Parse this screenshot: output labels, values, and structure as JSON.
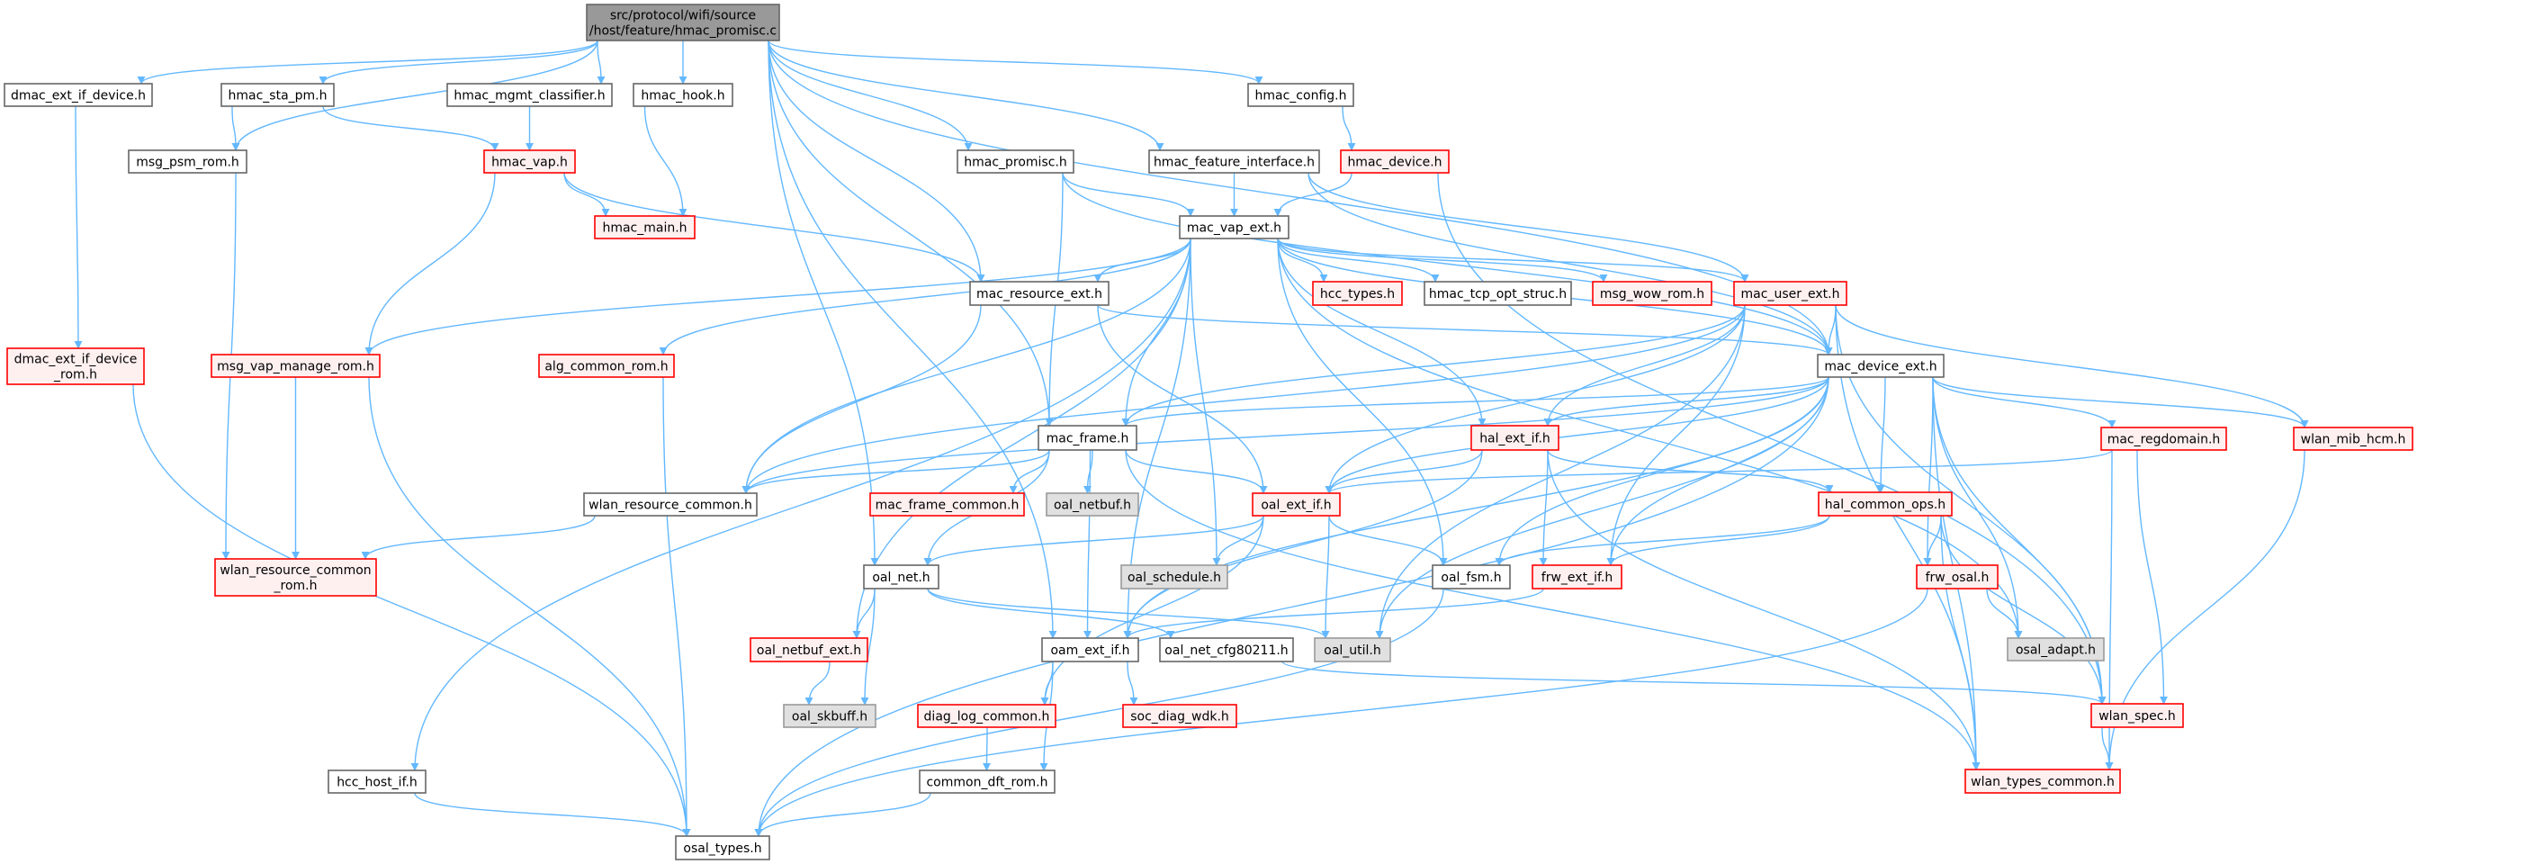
{
  "title": "Include dependency graph for hmac_promisc.c",
  "colors": {
    "edge": "#63b8ff",
    "root_fill": "#999999",
    "root_stroke": "#666666",
    "normal_fill": "#ffffff",
    "normal_stroke": "#666666",
    "truncated_fill": "#fff0f0",
    "truncated_stroke": "#ff0000",
    "external_fill": "#e0e0e0",
    "external_stroke": "#999999"
  },
  "nodes": [
    {
      "id": "root",
      "kind": "root",
      "lines": [
        "src/protocol/wifi/source",
        "/host/feature/hmac_promisc.c"
      ]
    },
    {
      "id": "dmac_ext_if_device",
      "kind": "normal",
      "lines": [
        "dmac_ext_if_device.h"
      ]
    },
    {
      "id": "hmac_sta_pm",
      "kind": "normal",
      "lines": [
        "hmac_sta_pm.h"
      ]
    },
    {
      "id": "hmac_mgmt_classifier",
      "kind": "normal",
      "lines": [
        "hmac_mgmt_classifier.h"
      ]
    },
    {
      "id": "hmac_hook",
      "kind": "normal",
      "lines": [
        "hmac_hook.h"
      ]
    },
    {
      "id": "hmac_config",
      "kind": "normal",
      "lines": [
        "hmac_config.h"
      ]
    },
    {
      "id": "msg_psm_rom",
      "kind": "normal",
      "lines": [
        "msg_psm_rom.h"
      ]
    },
    {
      "id": "hmac_vap",
      "kind": "truncated",
      "lines": [
        "hmac_vap.h"
      ]
    },
    {
      "id": "hmac_promisc",
      "kind": "normal",
      "lines": [
        "hmac_promisc.h"
      ]
    },
    {
      "id": "hmac_feature_interface",
      "kind": "normal",
      "lines": [
        "hmac_feature_interface.h"
      ]
    },
    {
      "id": "hmac_device",
      "kind": "truncated",
      "lines": [
        "hmac_device.h"
      ]
    },
    {
      "id": "hmac_main",
      "kind": "truncated",
      "lines": [
        "hmac_main.h"
      ]
    },
    {
      "id": "mac_vap_ext",
      "kind": "normal",
      "lines": [
        "mac_vap_ext.h"
      ]
    },
    {
      "id": "mac_resource_ext",
      "kind": "normal",
      "lines": [
        "mac_resource_ext.h"
      ]
    },
    {
      "id": "hcc_types",
      "kind": "truncated",
      "lines": [
        "hcc_types.h"
      ]
    },
    {
      "id": "hmac_tcp_opt_struc",
      "kind": "normal",
      "lines": [
        "hmac_tcp_opt_struc.h"
      ]
    },
    {
      "id": "msg_wow_rom",
      "kind": "truncated",
      "lines": [
        "msg_wow_rom.h"
      ]
    },
    {
      "id": "mac_user_ext",
      "kind": "truncated",
      "lines": [
        "mac_user_ext.h"
      ]
    },
    {
      "id": "dmac_ext_if_device_rom",
      "kind": "truncated",
      "lines": [
        "dmac_ext_if_device",
        "_rom.h"
      ]
    },
    {
      "id": "msg_vap_manage_rom",
      "kind": "truncated",
      "lines": [
        "msg_vap_manage_rom.h"
      ]
    },
    {
      "id": "alg_common_rom",
      "kind": "truncated",
      "lines": [
        "alg_common_rom.h"
      ]
    },
    {
      "id": "mac_device_ext",
      "kind": "normal",
      "lines": [
        "mac_device_ext.h"
      ]
    },
    {
      "id": "mac_frame",
      "kind": "normal",
      "lines": [
        "mac_frame.h"
      ]
    },
    {
      "id": "hal_ext_if",
      "kind": "truncated",
      "lines": [
        "hal_ext_if.h"
      ]
    },
    {
      "id": "mac_regdomain",
      "kind": "truncated",
      "lines": [
        "mac_regdomain.h"
      ]
    },
    {
      "id": "wlan_mib_hcm",
      "kind": "truncated",
      "lines": [
        "wlan_mib_hcm.h"
      ]
    },
    {
      "id": "wlan_resource_common",
      "kind": "normal",
      "lines": [
        "wlan_resource_common.h"
      ]
    },
    {
      "id": "mac_frame_common",
      "kind": "truncated",
      "lines": [
        "mac_frame_common.h"
      ]
    },
    {
      "id": "oal_netbuf",
      "kind": "external",
      "lines": [
        "oal_netbuf.h"
      ]
    },
    {
      "id": "oal_ext_if",
      "kind": "truncated",
      "lines": [
        "oal_ext_if.h"
      ]
    },
    {
      "id": "hal_common_ops",
      "kind": "truncated",
      "lines": [
        "hal_common_ops.h"
      ]
    },
    {
      "id": "wlan_resource_common_rom",
      "kind": "truncated",
      "lines": [
        "wlan_resource_common",
        "_rom.h"
      ]
    },
    {
      "id": "oal_net",
      "kind": "normal",
      "lines": [
        "oal_net.h"
      ]
    },
    {
      "id": "oal_schedule",
      "kind": "external",
      "lines": [
        "oal_schedule.h"
      ]
    },
    {
      "id": "oal_fsm",
      "kind": "normal",
      "lines": [
        "oal_fsm.h"
      ]
    },
    {
      "id": "frw_ext_if",
      "kind": "truncated",
      "lines": [
        "frw_ext_if.h"
      ]
    },
    {
      "id": "frw_osal",
      "kind": "truncated",
      "lines": [
        "frw_osal.h"
      ]
    },
    {
      "id": "oal_netbuf_ext",
      "kind": "truncated",
      "lines": [
        "oal_netbuf_ext.h"
      ]
    },
    {
      "id": "oam_ext_if",
      "kind": "normal",
      "lines": [
        "oam_ext_if.h"
      ]
    },
    {
      "id": "oal_net_cfg80211",
      "kind": "normal",
      "lines": [
        "oal_net_cfg80211.h"
      ]
    },
    {
      "id": "oal_util",
      "kind": "external",
      "lines": [
        "oal_util.h"
      ]
    },
    {
      "id": "osal_adapt",
      "kind": "external",
      "lines": [
        "osal_adapt.h"
      ]
    },
    {
      "id": "oal_skbuff",
      "kind": "external",
      "lines": [
        "oal_skbuff.h"
      ]
    },
    {
      "id": "diag_log_common",
      "kind": "truncated",
      "lines": [
        "diag_log_common.h"
      ]
    },
    {
      "id": "soc_diag_wdk",
      "kind": "truncated",
      "lines": [
        "soc_diag_wdk.h"
      ]
    },
    {
      "id": "wlan_spec",
      "kind": "truncated",
      "lines": [
        "wlan_spec.h"
      ]
    },
    {
      "id": "hcc_host_if",
      "kind": "normal",
      "lines": [
        "hcc_host_if.h"
      ]
    },
    {
      "id": "common_dft_rom",
      "kind": "normal",
      "lines": [
        "common_dft_rom.h"
      ]
    },
    {
      "id": "wlan_types_common",
      "kind": "truncated",
      "lines": [
        "wlan_types_common.h"
      ]
    },
    {
      "id": "osal_types",
      "kind": "normal",
      "lines": [
        "osal_types.h"
      ]
    }
  ],
  "edges": [
    [
      "root",
      "dmac_ext_if_device"
    ],
    [
      "root",
      "hmac_sta_pm"
    ],
    [
      "root",
      "msg_psm_rom"
    ],
    [
      "root",
      "hmac_mgmt_classifier"
    ],
    [
      "root",
      "hmac_hook"
    ],
    [
      "root",
      "hmac_config"
    ],
    [
      "root",
      "hmac_promisc"
    ],
    [
      "root",
      "hmac_feature_interface"
    ],
    [
      "root",
      "mac_resource_ext"
    ],
    [
      "root",
      "mac_frame"
    ],
    [
      "root",
      "oal_net"
    ],
    [
      "root",
      "oam_ext_if"
    ],
    [
      "root",
      "mac_device_ext"
    ],
    [
      "dmac_ext_if_device",
      "dmac_ext_if_device_rom"
    ],
    [
      "dmac_ext_if_device_rom",
      "osal_types"
    ],
    [
      "hmac_sta_pm",
      "msg_psm_rom"
    ],
    [
      "hmac_sta_pm",
      "hmac_vap"
    ],
    [
      "hmac_mgmt_classifier",
      "hmac_vap"
    ],
    [
      "hmac_hook",
      "hmac_main"
    ],
    [
      "hmac_config",
      "hmac_device"
    ],
    [
      "msg_psm_rom",
      "wlan_resource_common_rom"
    ],
    [
      "hmac_vap",
      "hmac_main"
    ],
    [
      "hmac_vap",
      "msg_vap_manage_rom"
    ],
    [
      "hmac_vap",
      "mac_resource_ext"
    ],
    [
      "hmac_promisc",
      "mac_vap_ext"
    ],
    [
      "hmac_promisc",
      "mac_frame"
    ],
    [
      "hmac_promisc",
      "mac_device_ext"
    ],
    [
      "hmac_feature_interface",
      "mac_vap_ext"
    ],
    [
      "hmac_feature_interface",
      "mac_user_ext"
    ],
    [
      "hmac_feature_interface",
      "mac_device_ext"
    ],
    [
      "hmac_device",
      "mac_vap_ext"
    ],
    [
      "hmac_device",
      "wlan_spec"
    ],
    [
      "mac_vap_ext",
      "mac_resource_ext"
    ],
    [
      "mac_vap_ext",
      "hcc_types"
    ],
    [
      "mac_vap_ext",
      "hmac_tcp_opt_struc"
    ],
    [
      "mac_vap_ext",
      "msg_wow_rom"
    ],
    [
      "mac_vap_ext",
      "mac_user_ext"
    ],
    [
      "mac_vap_ext",
      "mac_device_ext"
    ],
    [
      "mac_vap_ext",
      "msg_vap_manage_rom"
    ],
    [
      "mac_vap_ext",
      "alg_common_rom"
    ],
    [
      "mac_vap_ext",
      "hcc_host_if"
    ],
    [
      "mac_vap_ext",
      "oal_netbuf_ext"
    ],
    [
      "mac_vap_ext",
      "mac_frame"
    ],
    [
      "mac_vap_ext",
      "oam_ext_if"
    ],
    [
      "mac_vap_ext",
      "oal_schedule"
    ],
    [
      "mac_vap_ext",
      "oal_fsm"
    ],
    [
      "mac_vap_ext",
      "hal_ext_if"
    ],
    [
      "mac_vap_ext",
      "osal_adapt"
    ],
    [
      "mac_vap_ext",
      "wlan_resource_common"
    ],
    [
      "mac_resource_ext",
      "wlan_resource_common"
    ],
    [
      "mac_resource_ext",
      "oal_ext_if"
    ],
    [
      "mac_resource_ext",
      "mac_device_ext"
    ],
    [
      "mac_user_ext",
      "mac_device_ext"
    ],
    [
      "mac_user_ext",
      "mac_frame"
    ],
    [
      "mac_user_ext",
      "oal_ext_if"
    ],
    [
      "mac_user_ext",
      "hal_ext_if"
    ],
    [
      "mac_user_ext",
      "frw_ext_if"
    ],
    [
      "mac_user_ext",
      "wlan_spec"
    ],
    [
      "mac_user_ext",
      "wlan_mib_hcm"
    ],
    [
      "mac_user_ext",
      "wlan_types_common"
    ],
    [
      "mac_user_ext",
      "oal_util"
    ],
    [
      "mac_user_ext",
      "wlan_resource_common"
    ],
    [
      "mac_device_ext",
      "mac_frame"
    ],
    [
      "mac_device_ext",
      "wlan_resource_common"
    ],
    [
      "mac_device_ext",
      "oal_ext_if"
    ],
    [
      "mac_device_ext",
      "hal_ext_if"
    ],
    [
      "mac_device_ext",
      "mac_regdomain"
    ],
    [
      "mac_device_ext",
      "wlan_mib_hcm"
    ],
    [
      "mac_device_ext",
      "hal_common_ops"
    ],
    [
      "mac_device_ext",
      "frw_osal"
    ],
    [
      "mac_device_ext",
      "osal_adapt"
    ],
    [
      "mac_device_ext",
      "wlan_spec"
    ],
    [
      "mac_device_ext",
      "wlan_types_common"
    ],
    [
      "mac_device_ext",
      "frw_ext_if"
    ],
    [
      "mac_device_ext",
      "oal_fsm"
    ],
    [
      "mac_device_ext",
      "oal_util"
    ],
    [
      "mac_device_ext",
      "oam_ext_if"
    ],
    [
      "mac_device_ext",
      "osal_types"
    ],
    [
      "msg_vap_manage_rom",
      "wlan_resource_common_rom"
    ],
    [
      "msg_vap_manage_rom",
      "osal_types"
    ],
    [
      "alg_common_rom",
      "osal_types"
    ],
    [
      "mac_frame",
      "wlan_resource_common"
    ],
    [
      "mac_frame",
      "mac_frame_common"
    ],
    [
      "mac_frame",
      "oal_netbuf"
    ],
    [
      "mac_frame",
      "oal_ext_if"
    ],
    [
      "mac_frame",
      "oal_net"
    ],
    [
      "mac_frame",
      "oam_ext_if"
    ],
    [
      "mac_frame",
      "wlan_types_common"
    ],
    [
      "hal_ext_if",
      "oal_ext_if"
    ],
    [
      "hal_ext_if",
      "hal_common_ops"
    ],
    [
      "hal_ext_if",
      "frw_ext_if"
    ],
    [
      "hal_ext_if",
      "oam_ext_if"
    ],
    [
      "hal_ext_if",
      "wlan_types_common"
    ],
    [
      "mac_regdomain",
      "oal_ext_if"
    ],
    [
      "mac_regdomain",
      "wlan_spec"
    ],
    [
      "mac_regdomain",
      "wlan_types_common"
    ],
    [
      "wlan_mib_hcm",
      "wlan_types_common"
    ],
    [
      "wlan_resource_common",
      "wlan_resource_common_rom"
    ],
    [
      "oal_ext_if",
      "oal_net"
    ],
    [
      "oal_ext_if",
      "oal_schedule"
    ],
    [
      "oal_ext_if",
      "oal_fsm"
    ],
    [
      "oal_ext_if",
      "oal_util"
    ],
    [
      "oal_ext_if",
      "diag_log_common"
    ],
    [
      "hal_common_ops",
      "oal_fsm"
    ],
    [
      "hal_common_ops",
      "frw_ext_if"
    ],
    [
      "hal_common_ops",
      "frw_osal"
    ],
    [
      "hal_common_ops",
      "wlan_spec"
    ],
    [
      "hal_common_ops",
      "wlan_types_common"
    ],
    [
      "oal_net",
      "oal_netbuf_ext"
    ],
    [
      "oal_net",
      "oal_skbuff"
    ],
    [
      "oal_net",
      "oal_net_cfg80211"
    ],
    [
      "oal_net",
      "oal_util"
    ],
    [
      "oal_fsm",
      "osal_types"
    ],
    [
      "frw_ext_if",
      "oam_ext_if"
    ],
    [
      "frw_osal",
      "osal_adapt"
    ],
    [
      "frw_osal",
      "osal_types"
    ],
    [
      "oal_netbuf_ext",
      "oal_skbuff"
    ],
    [
      "oam_ext_if",
      "diag_log_common"
    ],
    [
      "oam_ext_if",
      "soc_diag_wdk"
    ],
    [
      "oam_ext_if",
      "common_dft_rom"
    ],
    [
      "oal_net_cfg80211",
      "wlan_spec"
    ],
    [
      "diag_log_common",
      "common_dft_rom"
    ],
    [
      "common_dft_rom",
      "osal_types"
    ],
    [
      "wlan_spec",
      "wlan_types_common"
    ],
    [
      "hcc_host_if",
      "osal_types"
    ]
  ]
}
